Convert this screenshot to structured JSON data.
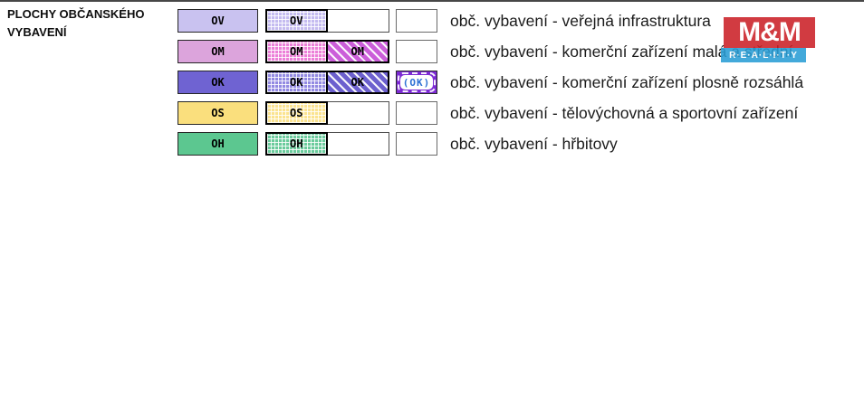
{
  "header": {
    "title_line1": "PLOCHY OBČANSKÉHO",
    "title_line2": "VYBAVENÍ"
  },
  "legend": {
    "rows": [
      {
        "code": "OV",
        "label": "obč. vybavení - veřejná infrastruktura",
        "solid_color": "#c9c2f0",
        "grid_color": "#c4bbf0"
      },
      {
        "code": "OM",
        "label": "obč. vybavení - komerční zařízení malá a střední",
        "solid_color": "#dca4dc",
        "grid_color": "#ec7fd8",
        "stripe_color": "#cb5ed9"
      },
      {
        "code": "OK",
        "label": "obč. vybavení - komerční zařízení plosně rozsáhlá",
        "solid_color": "#6f63d2",
        "grid_color": "#9289e2",
        "stripe_color": "#6c60ce",
        "overlay": {
          "code": "(OK)",
          "bg": "#7c2ad4",
          "text_color": "#2b6fd4"
        }
      },
      {
        "code": "OS",
        "label": "obč. vybavení - tělovýchovná a sportovní zařízení",
        "solid_color": "#fadf7d",
        "grid_color": "#fbe38f"
      },
      {
        "code": "OH",
        "label": "obč. vybavení - hřbitovy",
        "solid_color": "#5cc790",
        "grid_color": "#6acb9c"
      }
    ]
  },
  "watermark": {
    "line1": "M&M",
    "line2": "R·E·A·L·I·T·Y",
    "red": "#cb2127",
    "blue": "#2a9ed6"
  }
}
